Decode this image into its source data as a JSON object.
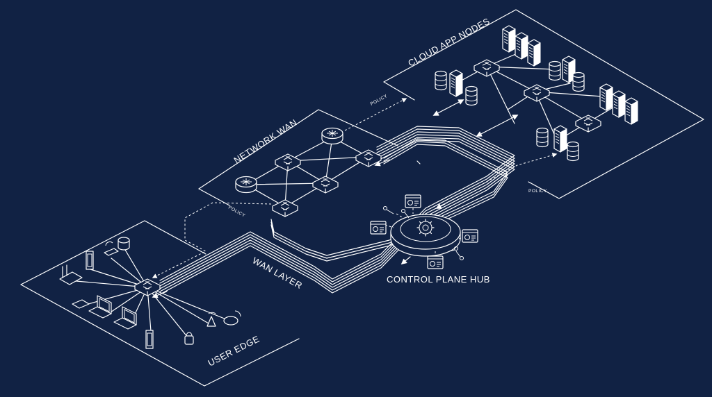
{
  "diagram": {
    "regions": {
      "cloud": "CLOUD APP NODES",
      "network": "NETWORK WAN",
      "user_edge": "USER EDGE"
    },
    "labels": {
      "wan_layer": "WAN LAYER",
      "hub": "CONTROL PLANE HUB",
      "policy_top": "POLICY",
      "policy_left": "POLICY",
      "policy_right": "POLICY"
    },
    "colors": {
      "background": "#112244",
      "line": "#ffffff"
    }
  }
}
